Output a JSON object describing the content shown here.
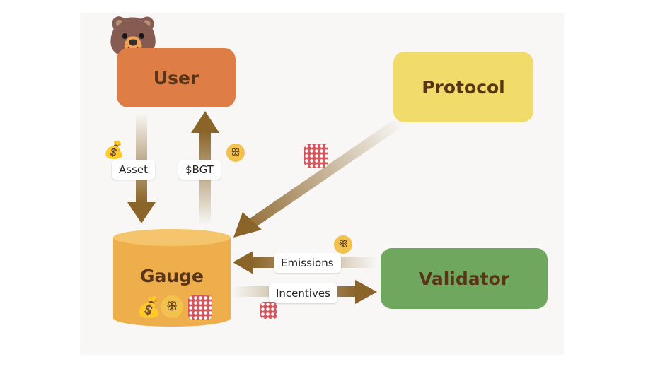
{
  "nodes": {
    "user": "User",
    "protocol": "Protocol",
    "gauge": "Gauge",
    "validator": "Validator"
  },
  "edges": {
    "asset": "Asset",
    "bgt": "$BGT",
    "emissions": "Emissions",
    "incentives": "Incentives"
  },
  "icons": {
    "bear": "🐻",
    "money_bag": "💰",
    "bera_coin": "ꕥ"
  },
  "colors": {
    "user": "#de7d45",
    "protocol": "#f1db6a",
    "gauge": "#eeae4b",
    "validator": "#6ea75d",
    "arrow": "#8a6428"
  }
}
